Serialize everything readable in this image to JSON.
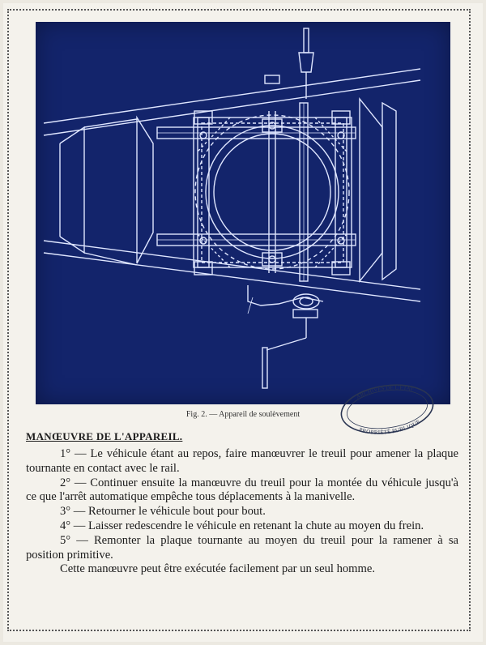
{
  "figure": {
    "caption": "Fig. 2. — Appareil de soulèvement"
  },
  "stamp": {
    "top_text": "ARCHIVES DE L'ÉTAT",
    "bottom_text": "PROPRIÉTÉ PUBLIQUE"
  },
  "section": {
    "title": "MANŒUVRE DE L'APPAREIL.",
    "steps": [
      "1° — Le véhicule étant au repos, faire manœuvrer le treuil pour amener la plaque tournante en contact avec le rail.",
      "2° — Continuer ensuite la manœuvre du treuil pour la montée du véhicule jusqu'à ce que l'arrêt automatique empêche tous déplacements à la manivelle.",
      "3° — Retourner le véhicule bout pour bout.",
      "4° — Laisser redescendre le véhicule en retenant la chute au moyen du frein.",
      "5° — Remonter la plaque tournante au moyen du treuil pour la ramener à sa position primitive."
    ],
    "closing": "Cette manœuvre peut être exécutée facilement par un seul homme."
  },
  "colors": {
    "blueprint": "#13246b",
    "line": "#dfe6ff",
    "stamp_ink": "#2a3552"
  }
}
